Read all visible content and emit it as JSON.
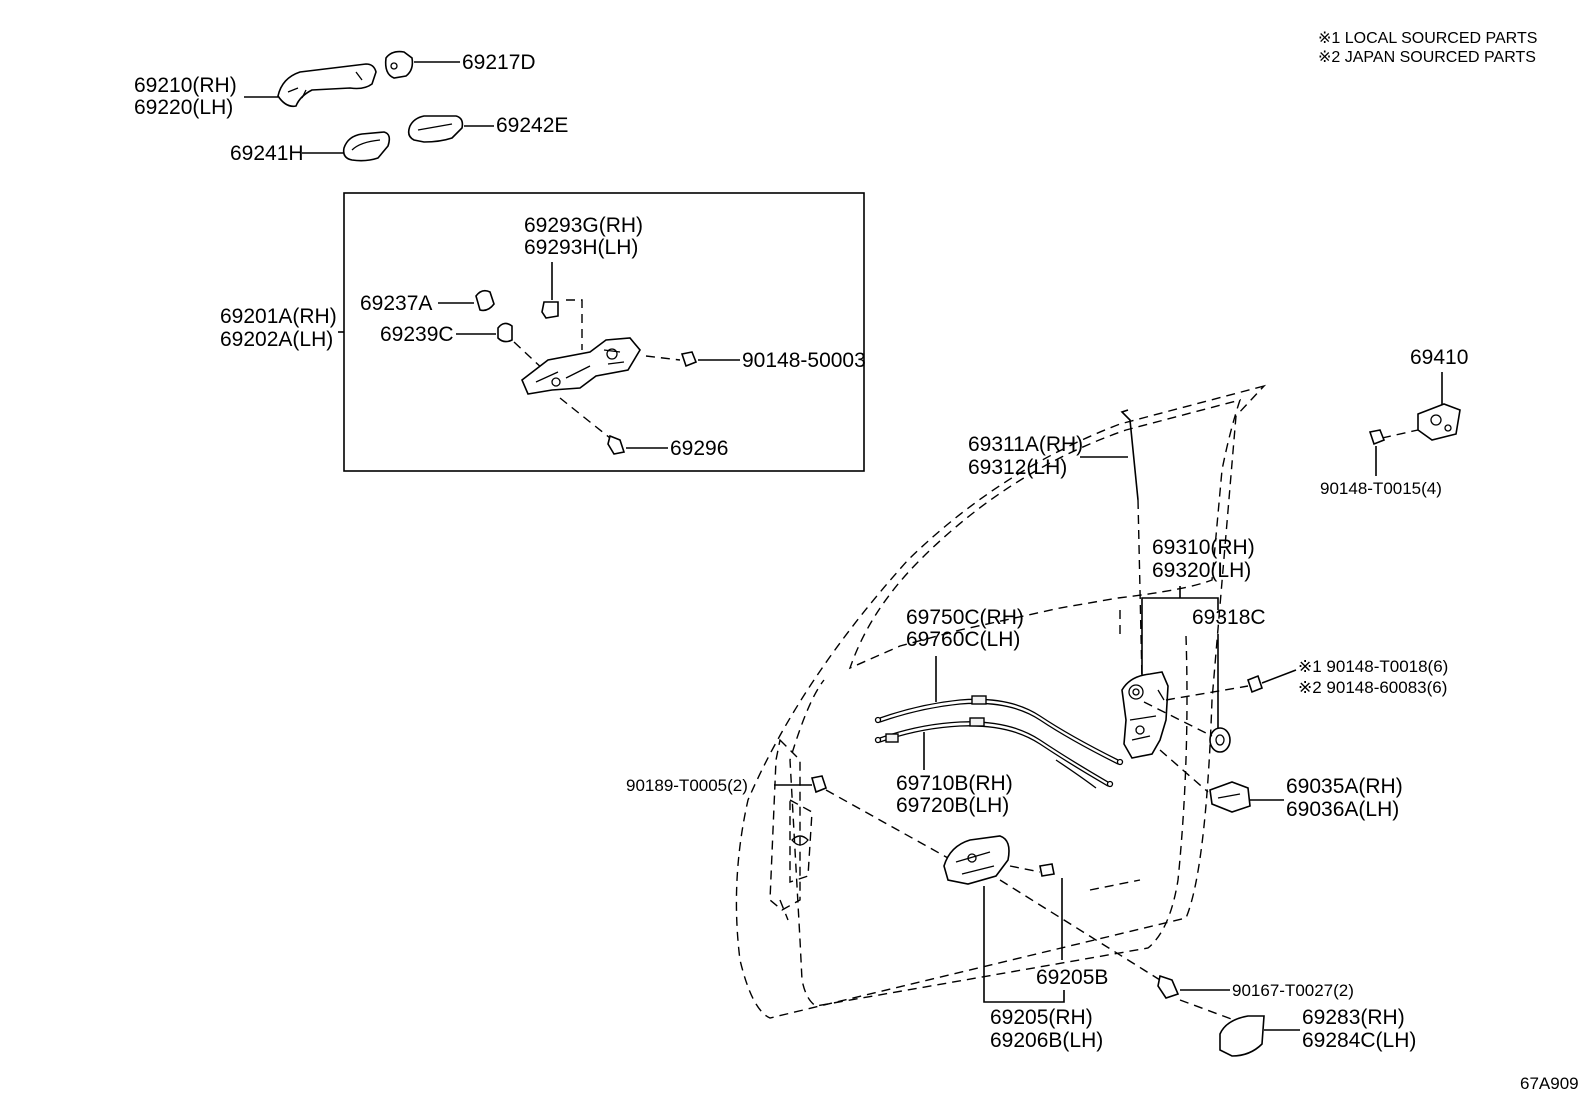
{
  "notes": [
    "※1 LOCAL SOURCED PARTS",
    "※2 JAPAN SOURCED PARTS"
  ],
  "reference_code": "67A909",
  "callouts": {
    "p69210": [
      "69210(RH)",
      "69220(LH)"
    ],
    "p69217D": "69217D",
    "p69242E": "69242E",
    "p69241H": "69241H",
    "p69293": [
      "69293G(RH)",
      "69293H(LH)"
    ],
    "p69201A": [
      "69201A(RH)",
      "69202A(LH)"
    ],
    "p69237A": "69237A",
    "p69239C": "69239C",
    "p90148_50003": "90148-50003",
    "p69296": "69296",
    "p69410": "69410",
    "p90148_T0015": "90148-T0015(4)",
    "p69311A": [
      "69311A(RH)",
      "69312(LH)"
    ],
    "p69310": [
      "69310(RH)",
      "69320(LH)"
    ],
    "p69318C": "69318C",
    "p90148_T0018": [
      "※1 90148-T0018(6)",
      "※2 90148-60083(6)"
    ],
    "p69750C": [
      "69750C(RH)",
      "69760C(LH)"
    ],
    "p69710B": [
      "69710B(RH)",
      "69720B(LH)"
    ],
    "p90189_T0005": "90189-T0005(2)",
    "p69035A": [
      "69035A(RH)",
      "69036A(LH)"
    ],
    "p69205B": "69205B",
    "p90167_T0027": "90167-T0027(2)",
    "p69205": [
      "69205(RH)",
      "69206B(LH)"
    ],
    "p69283": [
      "69283(RH)",
      "69284C(LH)"
    ]
  }
}
